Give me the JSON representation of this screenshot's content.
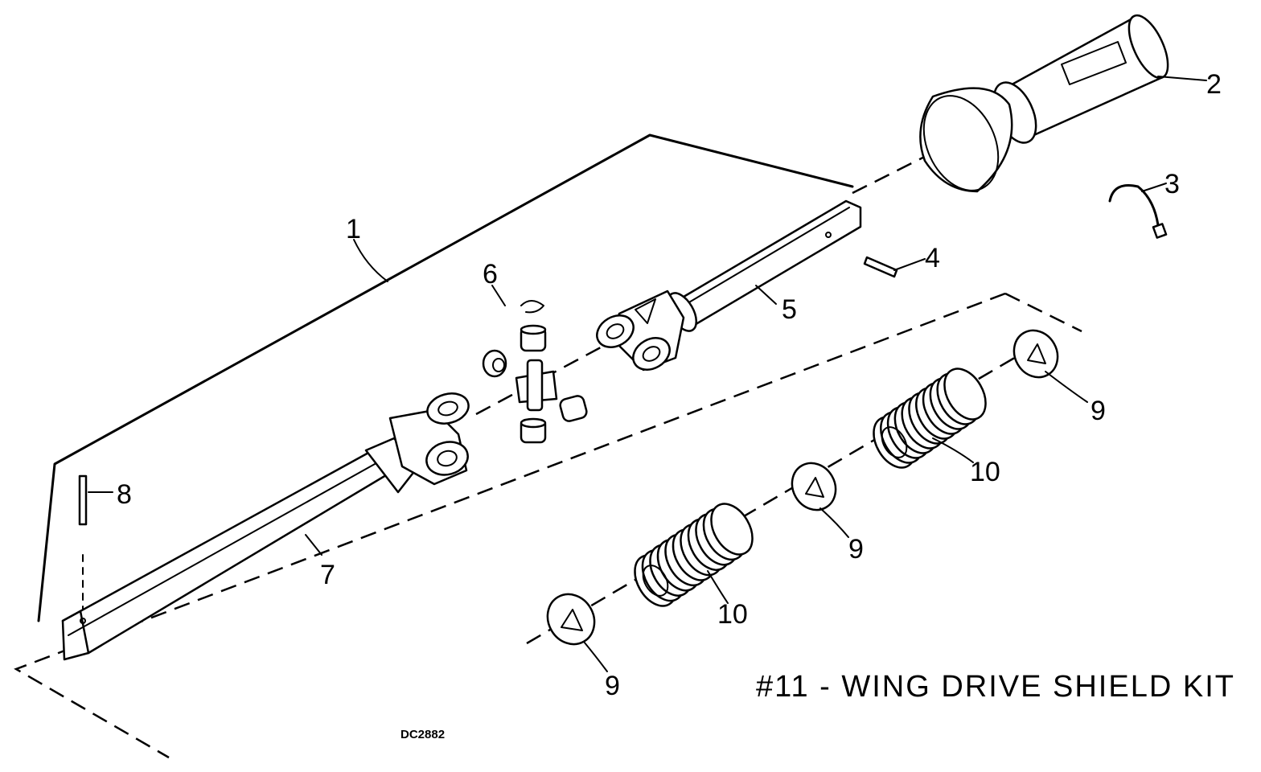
{
  "callouts": {
    "c1": "1",
    "c2": "2",
    "c3": "3",
    "c4": "4",
    "c5": "5",
    "c6": "6",
    "c7": "7",
    "c8": "8",
    "c9a": "9",
    "c9b": "9",
    "c9c": "9",
    "c10a": "10",
    "c10b": "10"
  },
  "kit_title": "#11 - WING DRIVE SHIELD KIT",
  "drawing_code": "DC2882"
}
